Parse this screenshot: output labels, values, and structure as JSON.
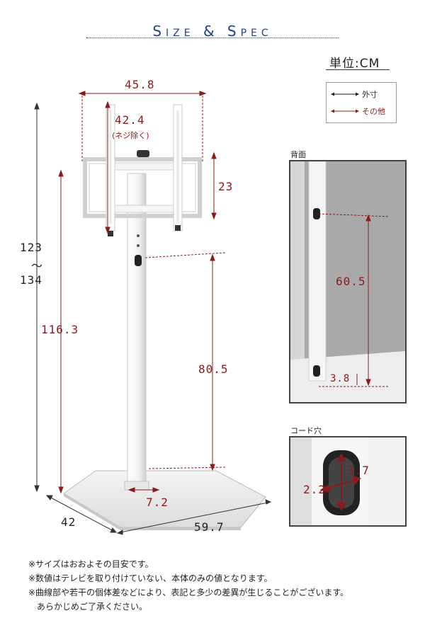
{
  "title": "Size & Spec",
  "unit_label": "単位:CM",
  "legend": {
    "outer_label": "外寸",
    "other_label": "その他",
    "outer_color": "#222222",
    "other_color": "#8b1a1a"
  },
  "dimensions": {
    "top_width": "45.8",
    "inner_width": "42.4",
    "inner_width_note": "(ネジ除く)",
    "bracket_height": "23",
    "total_height_min": "123",
    "total_height_tilde": "〜",
    "total_height_max": "134",
    "height_116": "116.3",
    "height_80": "80.5",
    "base_offset": "7.2",
    "base_depth": "42",
    "base_width": "59.7"
  },
  "back_view": {
    "label": "背面",
    "hole_spacing": "60.5",
    "bottom_offset": "3.8"
  },
  "cord_hole": {
    "label": "コード穴",
    "height": "3.7",
    "width": "2.2"
  },
  "notes": [
    "※サイズはおおよその目安です。",
    "※数値はテレビを取り付けていない、本体のみの値となります。",
    "※曲線部や若干の個体差などにより、表記と多少の差異が生じることがございます。",
    "あらかじめご了承ください。"
  ]
}
